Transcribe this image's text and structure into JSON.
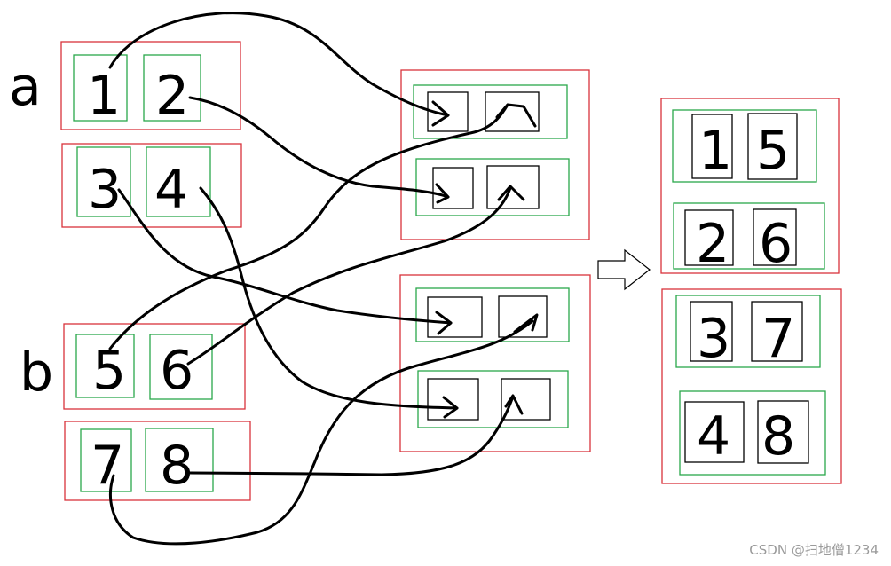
{
  "labels": {
    "a": "a",
    "b": "b"
  },
  "a": {
    "row1": [
      "1",
      "2"
    ],
    "row2": [
      "3",
      "4"
    ]
  },
  "b": {
    "row1": [
      "5",
      "6"
    ],
    "row2": [
      "7",
      "8"
    ]
  },
  "result": {
    "top": [
      [
        "1",
        "5"
      ],
      [
        "2",
        "6"
      ]
    ],
    "bottom": [
      [
        "3",
        "7"
      ],
      [
        "4",
        "8"
      ]
    ]
  },
  "watermark": "CSDN @扫地僧1234",
  "colors": {
    "outer_box": "#d9323b",
    "inner_box": "#2aa84a",
    "ink": "#000000"
  }
}
